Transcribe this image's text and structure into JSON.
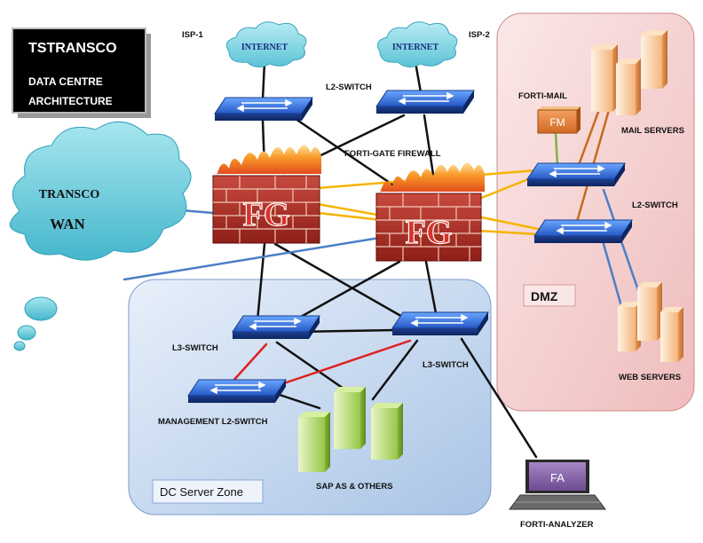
{
  "title": {
    "line1": "TSTRANSCO",
    "line2": "DATA CENTRE",
    "line3": "ARCHITECTURE"
  },
  "isp": {
    "isp1": "ISP-1",
    "isp2": "ISP-2",
    "internet": "INTERNET"
  },
  "wan": {
    "line1": "TRANSCO",
    "line2": "WAN"
  },
  "labels": {
    "l2_switch_top": "L2-SWITCH",
    "firewall": "FORTI-GATE FIREWALL",
    "fg": "FG",
    "l3_switch_left": "L3-SWITCH",
    "l3_switch_right": "L3-SWITCH",
    "mgmt_switch": "MANAGEMENT L2-SWITCH",
    "sap": "SAP AS & OTHERS",
    "dc_zone": "DC Server Zone",
    "forti_mail": "FORTI-MAIL",
    "fm": "FM",
    "mail_servers": "MAIL SERVERS",
    "l2_switch_dmz": "L2-SWITCH",
    "dmz": "DMZ",
    "web_servers": "WEB SERVERS",
    "fa": "FA",
    "forti_analyzer": "FORTI-ANALYZER"
  },
  "colors": {
    "switch_blue": "#2f6fd6",
    "dmz_fill": "#f6d3d3",
    "dc_fill": "#c8daf0",
    "wan_cloud": "#7fd3e0",
    "link_black": "#111111",
    "link_orange": "#f5b400",
    "link_red": "#e02020",
    "link_blue": "#4a7fc8",
    "link_green": "#7fb24a",
    "link_brown": "#c86a1a"
  }
}
